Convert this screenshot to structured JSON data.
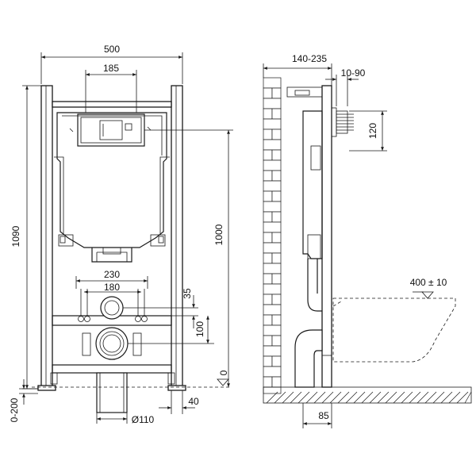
{
  "front_view": {
    "width_500": "500",
    "button_width_185": "185",
    "height_1090": "1090",
    "height_1000": "1000",
    "spacing_230": "230",
    "spacing_180": "180",
    "offset_35": "35",
    "offset_100": "100",
    "zero_level": "0",
    "adjust_0_200": "0-200",
    "diameter_110": "Ø110",
    "offset_40": "40"
  },
  "side_view": {
    "depth_140_235": "140-235",
    "offset_10_90": "10-90",
    "height_120": "120",
    "bowl_400": "400 ± 10",
    "offset_85": "85"
  }
}
